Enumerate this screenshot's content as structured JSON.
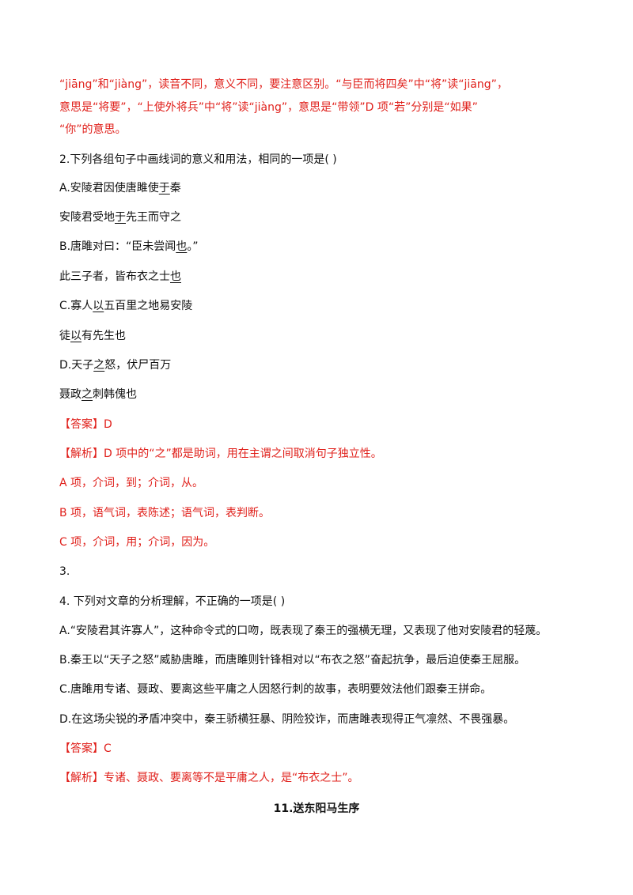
{
  "intro": {
    "l1": "“jiāng”和“jiàng”，读音不同，意义不同，要注意区别。“与臣而将四矣”中“将”读“jiāng”，",
    "l2": "意思是“将要”，“上使外将兵”中“将”读“jiàng”，意思是“带领”D 项“若”分别是“如果”",
    "l3": "“你”的意思。"
  },
  "q2": {
    "stem": "2.下列各组句子中画线词的意义和用法，相同的一项是(     )",
    "a1_pre": "A.安陵君因使唐雎使",
    "a1_u": "于",
    "a1_post": "秦",
    "a2_pre": "安陵君受地",
    "a2_u": "于",
    "a2_post": "先王而守之",
    "b1_pre": "B.唐雎对曰：“臣未尝闻",
    "b1_u": "也",
    "b1_post": "。”",
    "b2_pre": "此三子者，皆布衣之士",
    "b2_u": "也",
    "b2_post": "",
    "c1_pre": "C.寡人",
    "c1_u": "以",
    "c1_post": "五百里之地易安陵",
    "c2_pre": "徒",
    "c2_u": "以",
    "c2_post": "有先生也",
    "d1_pre": "D.天子",
    "d1_u": "之",
    "d1_post": "怒，伏尸百万",
    "d2_pre": "聂政",
    "d2_u": "之",
    "d2_post": "刺韩傀也",
    "answer": "【答案】D",
    "analysis": "【解析】D 项中的“之”都是助词，用在主谓之间取消句子独立性。",
    "exp_a": "A 项，介词，到；介词，从。",
    "exp_b": "B 项，语气词，表陈述；语气词，表判断。",
    "exp_c": "C 项，介词，用；介词，因为。"
  },
  "q3": {
    "stem": "3."
  },
  "q4": {
    "stem": "4. 下列对文章的分析理解，不正确的一项是(        )",
    "a": "A.“安陵君其许寡人”，这种命令式的口吻，既表现了秦王的强横无理，又表现了他对安陵君的轻蔑。",
    "b": "B.秦王以“天子之怒”威胁唐雎，而唐雎则针锋相对以“布衣之怒”奋起抗争，最后迫使秦王屈服。",
    "c": "C.唐雎用专诸、聂政、要离这些平庸之人因怒行刺的故事，表明要效法他们跟秦王拼命。",
    "d": "D.在这场尖锐的矛盾冲突中，秦王骄横狂暴、阴险狡诈，而唐雎表现得正气凛然、不畏强暴。",
    "answer": "【答案】C",
    "analysis": "【解析】专诸、聂政、要离等不是平庸之人，是“布衣之士”。"
  },
  "section_title": "11.送东阳马生序",
  "colors": {
    "answer_red": "#e0201b",
    "text": "#111111"
  }
}
